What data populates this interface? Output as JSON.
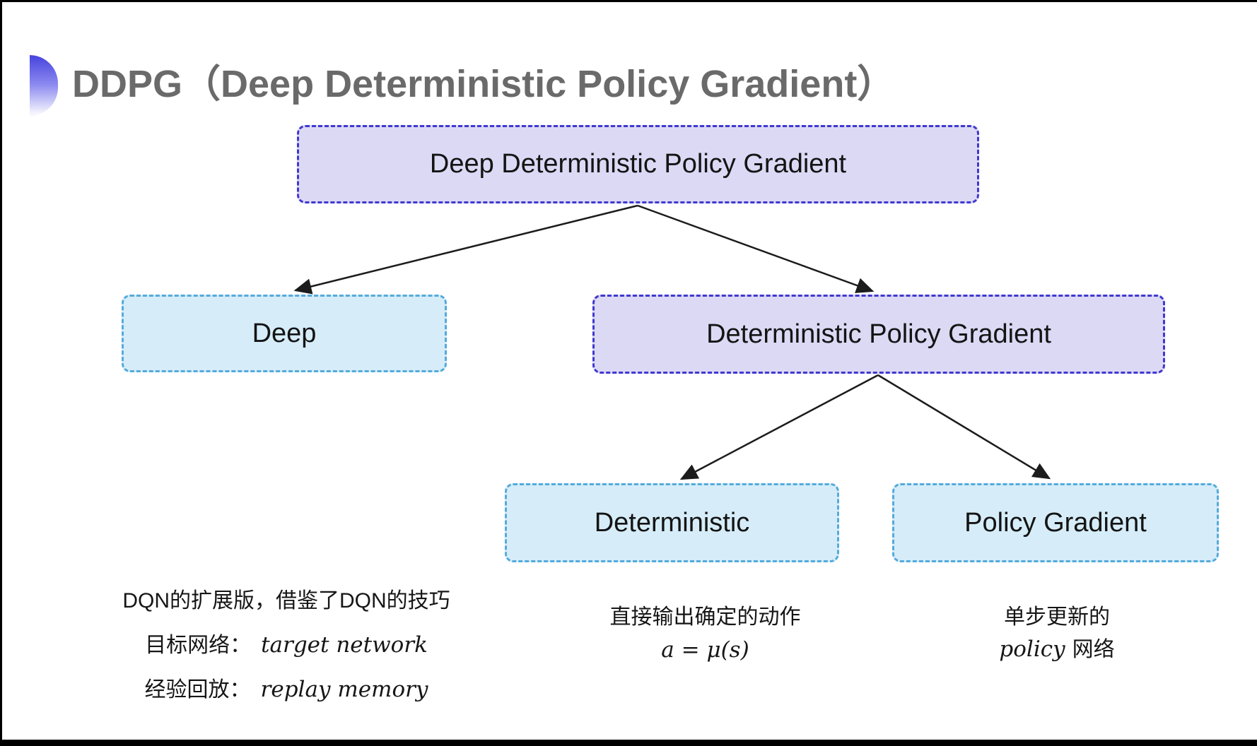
{
  "title": {
    "text": "DDPG（Deep Deterministic Policy Gradient）"
  },
  "colors": {
    "title_text": "#6a6a6a",
    "purple_fill": "#dcd9f5",
    "purple_border": "#4038cf",
    "blue_fill": "#d6edf9",
    "blue_border": "#55aadb",
    "node_text": "#141414",
    "note_text": "#161616",
    "arrow": "#1c1c1c",
    "bullet_top": "#4643de",
    "bullet_mid": "#8b89ef",
    "bullet_bottom": "#f5f5fe",
    "frame_edge": "#000000"
  },
  "nodes": {
    "root": {
      "label": "Deep Deterministic Policy Gradient"
    },
    "deep": {
      "label": "Deep"
    },
    "dpg": {
      "label": "Deterministic Policy Gradient"
    },
    "deterministic": {
      "label": "Deterministic"
    },
    "policy_gradient": {
      "label": "Policy Gradient"
    }
  },
  "notes": {
    "deep": {
      "line1": "DQN的扩展版，借鉴了DQN的技巧",
      "line2_label": "目标网络：",
      "line2_term": "target network",
      "line3_label": "经验回放：",
      "line3_term": "replay memory"
    },
    "deterministic": {
      "line1": "直接输出确定的动作",
      "formula": "a = μ(s)"
    },
    "policy_gradient": {
      "line1": "单步更新的",
      "line2_term": "policy",
      "line2_rest": "网络"
    }
  }
}
